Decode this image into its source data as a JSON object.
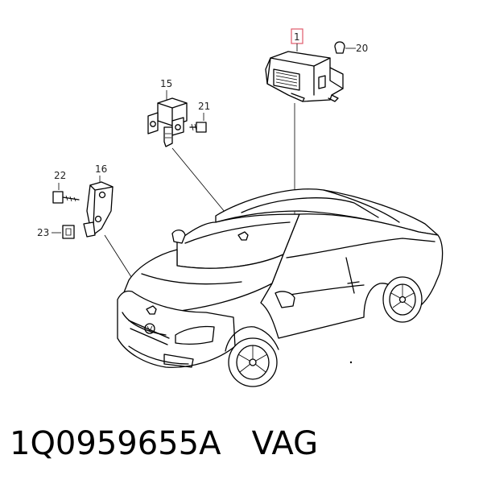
{
  "callouts": [
    {
      "id": "c1",
      "label": "1"
    },
    {
      "id": "c15",
      "label": "15"
    },
    {
      "id": "c16",
      "label": "16"
    },
    {
      "id": "c20",
      "label": "20"
    },
    {
      "id": "c21",
      "label": "21"
    },
    {
      "id": "c22",
      "label": "22"
    },
    {
      "id": "c23",
      "label": "23"
    }
  ],
  "caption": {
    "part_number": "1Q0959655A",
    "brand": "VAG"
  },
  "colors": {
    "line": "#000000",
    "highlight_box": "#e05a6a"
  }
}
